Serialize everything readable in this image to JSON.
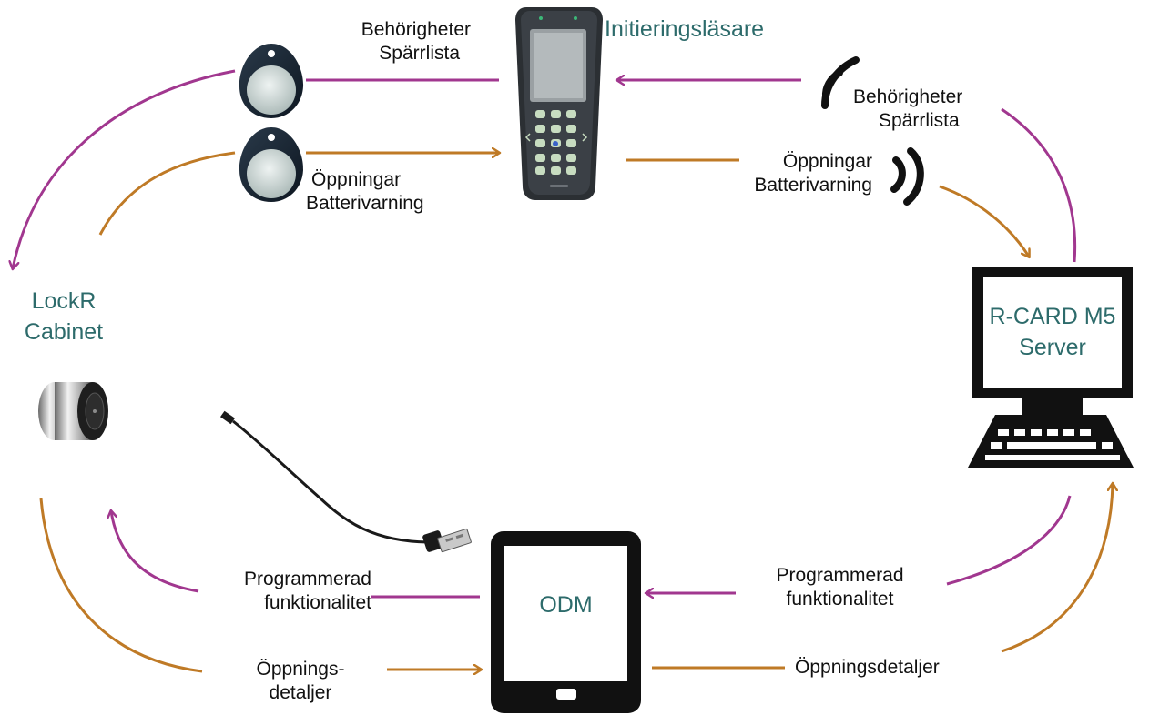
{
  "nodes": {
    "reader": "Initieringsläsare",
    "cabinet_line1": "LockR",
    "cabinet_line2": "Cabinet",
    "server_line1": "R-CARD M5",
    "server_line2": "Server",
    "odm": "ODM"
  },
  "labels": {
    "tag_in_1": "Behörigheter",
    "tag_in_2": "Spärrlista",
    "tag_out_1": "Öppningar",
    "tag_out_2": "Batterivarning",
    "wireless_in_1": "Behörigheter",
    "wireless_in_2": "Spärrlista",
    "wireless_out_1": "Öppningar",
    "wireless_out_2": "Batterivarning",
    "odm_to_cabinet_1": "Programmerad",
    "odm_to_cabinet_2": "funktionalitet",
    "server_to_odm_1": "Programmerad",
    "server_to_odm_2": "funktionalitet",
    "cabinet_to_odm_1": "Öppnings-",
    "cabinet_to_odm_2": "detaljer",
    "odm_to_server": "Öppningsdetaljer"
  },
  "colors": {
    "purple_flow": "#a1378f",
    "orange_flow": "#bf7a26",
    "node_text": "#2d6b6b"
  },
  "icons": [
    "key-fob-icon",
    "keypad-reader-icon",
    "wireless-signal-icon",
    "cabinet-lock-icon",
    "usb-cable-icon",
    "tablet-icon",
    "desktop-computer-icon"
  ]
}
